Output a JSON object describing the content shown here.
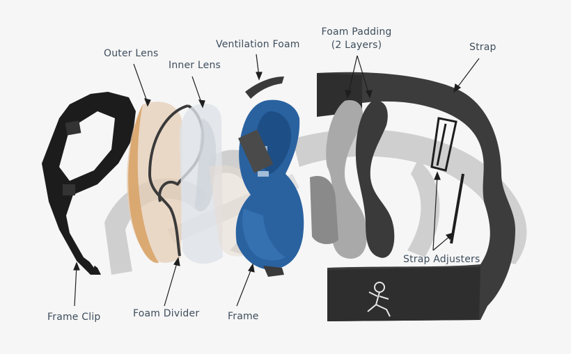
{
  "diagram": {
    "type": "exploded-view",
    "subject": "goggles",
    "background": "#f6f6f6",
    "label_color": "#3e4d5c",
    "colors": {
      "frame": "#2a62a0",
      "frame_clip": "#1e1e1e",
      "outer_lens": "#d9a468",
      "inner_lens": "#d8dde3",
      "foam_light": "#a9a9a9",
      "foam_dark": "#3a3a3a",
      "strap": "#3c3c3c",
      "shadow": "#c4c4c4"
    },
    "labels": {
      "outer_lens": "Outer Lens",
      "inner_lens": "Inner Lens",
      "ventilation_foam": "Ventilation Foam",
      "foam_padding_line1": "Foam Padding",
      "foam_padding_line2": "(2 Layers)",
      "strap": "Strap",
      "strap_adjusters": "Strap Adjusters",
      "frame_clip": "Frame Clip",
      "foam_divider": "Foam Divider",
      "frame": "Frame"
    },
    "strap_logo": "running-figure-icon"
  }
}
